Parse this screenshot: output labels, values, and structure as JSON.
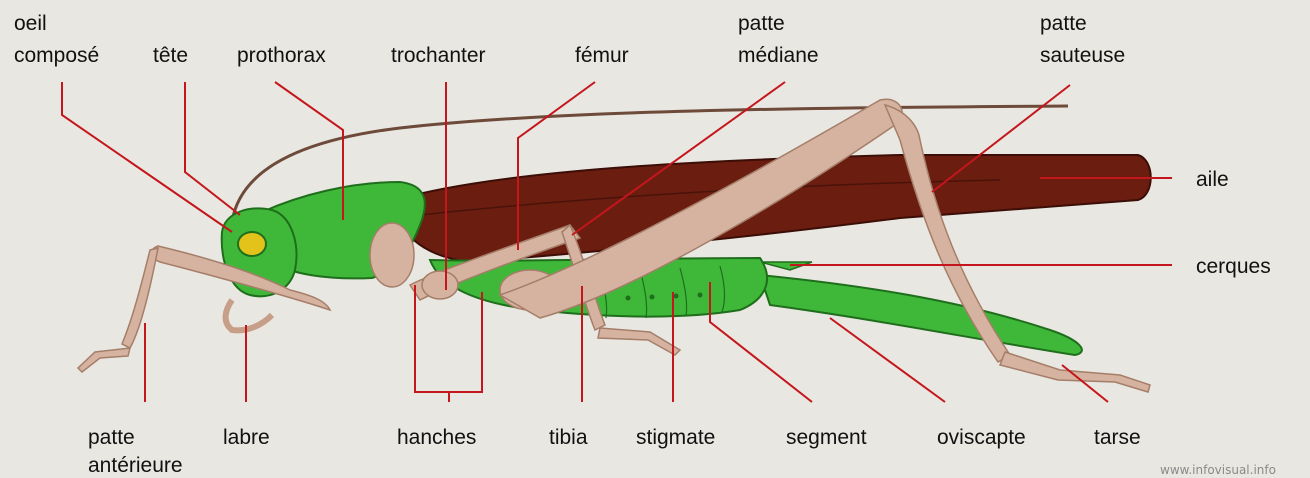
{
  "labels": {
    "oeil_compose": [
      "oeil",
      "composé"
    ],
    "tete": "tête",
    "prothorax": "prothorax",
    "trochanter": "trochanter",
    "femur": "fémur",
    "patte_mediane": [
      "patte",
      "médiane"
    ],
    "patte_sauteuse": [
      "patte",
      "sauteuse"
    ],
    "aile": "aile",
    "cerques": "cerques",
    "patte_anterieure": [
      "patte",
      "antérieure"
    ],
    "labre": "labre",
    "hanches": "hanches",
    "tibia": "tibia",
    "stigmate": "stigmate",
    "segment": "segment",
    "oviscapte": "oviscapte",
    "tarse": "tarse"
  },
  "watermark": "www.infovisual.info",
  "colors": {
    "leader_line": "#c4161c",
    "body_green": "#3fb83a",
    "wing_brown": "#6b1d10",
    "leg_tan": "#d6b3a0",
    "background": "#e9e7e1"
  }
}
